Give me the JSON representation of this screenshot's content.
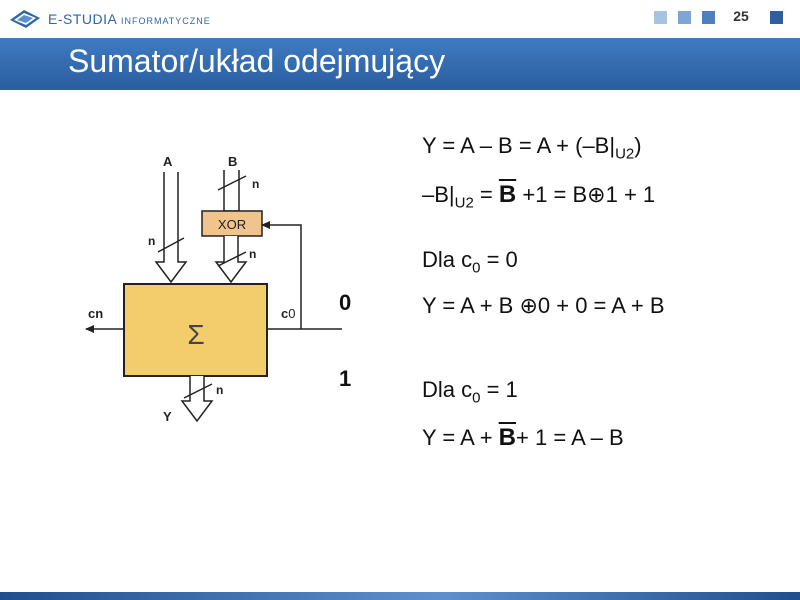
{
  "header": {
    "logo_main": "E-STUDIA",
    "logo_sub": "INFORMATYCZNE",
    "page_number": "25",
    "square_colors": [
      "#a8c3e2",
      "#7ea5d6",
      "#4f7fbe",
      "#2f5f9f"
    ]
  },
  "title": "Sumator/układ odejmujący",
  "diagram": {
    "input_a": "A",
    "input_b": "B",
    "xor_label": "XOR",
    "width_n": "n",
    "sum_symbol": "Σ",
    "carry_out": "c",
    "carry_out_sub": "n",
    "carry_in": "c",
    "carry_in_sub": "0",
    "output_y": "Y",
    "value_zero": "0",
    "value_one": "1",
    "box_color": "#f3cc6c",
    "xor_color": "#f1c48b"
  },
  "formulas": {
    "line1": {
      "p1": "Y = A – B = A + (–B|",
      "sub": "U2",
      "p2": ")"
    },
    "line2": {
      "p1": "–B|",
      "sub": "U2",
      "p2": " = ",
      "bbar": "B",
      "p3": " +1 = B⊕1 + 1"
    },
    "line3": {
      "p1": "Dla c",
      "sub": "0",
      "p2": " = 0"
    },
    "line4": {
      "text": "Y = A + B ⊕0 + 0 = A + B"
    },
    "line5": {
      "p1": "Dla c",
      "sub": "0",
      "p2": " = 1"
    },
    "line6": {
      "p1": "Y = A + ",
      "bbar": "B",
      "p2": "+ 1 = A – B"
    }
  }
}
